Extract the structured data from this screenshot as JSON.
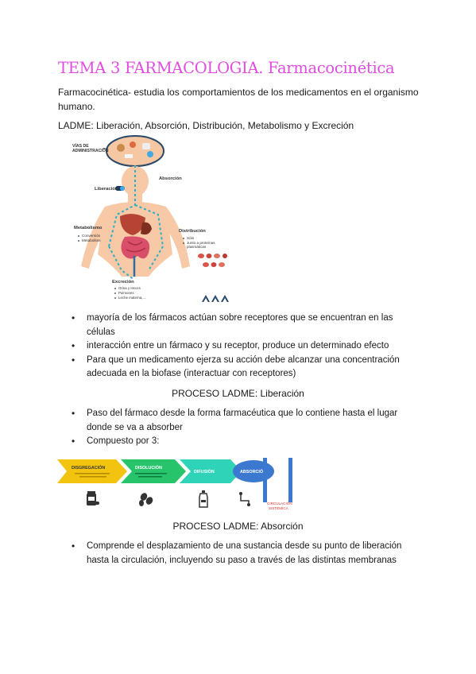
{
  "title": "TEMA 3 FARMACOLOGIA. Farmacocinética",
  "intro": "Farmacocinética- estudia los comportamientos de los medicamentos en el organismo humano.",
  "ladme": "LADME: Liberación, Absorción, Distribución, Metabolismo y Excreción",
  "diagram1": {
    "vias": [
      "VÍAS DE",
      "ADMINISTRACIÓN"
    ],
    "absorcion": "Absorción",
    "liberacion": "Liberación",
    "metabolismo": "Metabolismo",
    "metabolismo_items": [
      "Conversión",
      "Metabolitos"
    ],
    "distribucion": "Distribución",
    "distribucion_items": [
      "Sólo",
      "Junto a proteínas",
      "plasmáticas"
    ],
    "excrecion": "Excreción",
    "excrecion_items": [
      "Orina y Heces",
      "Pulmones",
      "Leche materna,..."
    ]
  },
  "bullets1": [
    "mayoría de los fármacos actúan sobre receptores que se encuentran en las células",
    "interacción entre un fármaco y su receptor, produce un determinado efecto",
    "Para que un medicamento ejerza su acción debe alcanzar una concentración adecuada en la biofase (interactuar con receptores)"
  ],
  "subheading1": "PROCESO LADME: Liberación",
  "bullets2": [
    "Paso del fármaco desde la forma farmacéutica que lo contiene hasta el lugar donde se va a absorber",
    "Compuesto por 3:"
  ],
  "diagram2": {
    "steps": [
      "DISGREGACIÓN",
      "DISOLUCIÓN",
      "DIFUSIÓN"
    ],
    "absorcion": "ABSORCIÓN",
    "circulacion": [
      "CIRCULACIÓN",
      "SISTÉMICA"
    ],
    "colors": {
      "yellow": "#f2c40f",
      "green": "#27c46b",
      "teal": "#2fd3b8",
      "blue": "#3b78d0",
      "red": "#e0322a"
    }
  },
  "subheading2": "PROCESO LADME: Absorción",
  "bullets3": [
    "Comprende el desplazamiento de una sustancia desde su punto de liberación hasta la circulación, incluyendo su paso a través de las distintas membranas"
  ]
}
